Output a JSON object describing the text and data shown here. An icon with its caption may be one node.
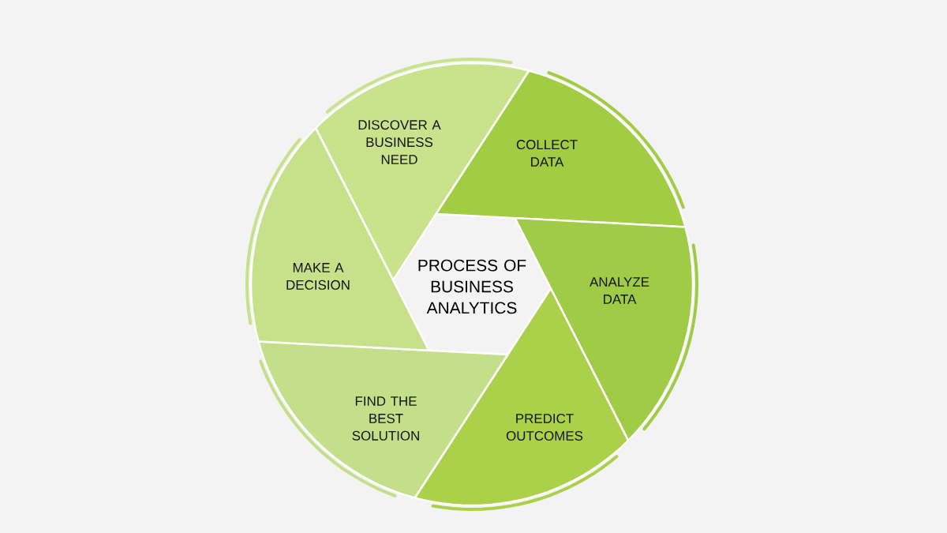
{
  "diagram": {
    "title": "PROCESS OF BUSINESS ANALYTICS",
    "nodes": [
      {
        "text": [
          "DISCOVER A BUSINESS NEED"
        ]
      },
      {
        "text": [
          "COLLECT DATA"
        ]
      },
      {
        "text": [
          "ANALYZE DATA"
        ]
      },
      {
        "text": [
          "PREDICT OUTCOMES"
        ]
      },
      {
        "text": [
          "FIND THE BEST SOLUTION"
        ]
      },
      {
        "text": [
          "MAKE A DECISION"
        ]
      }
    ]
  }
}
